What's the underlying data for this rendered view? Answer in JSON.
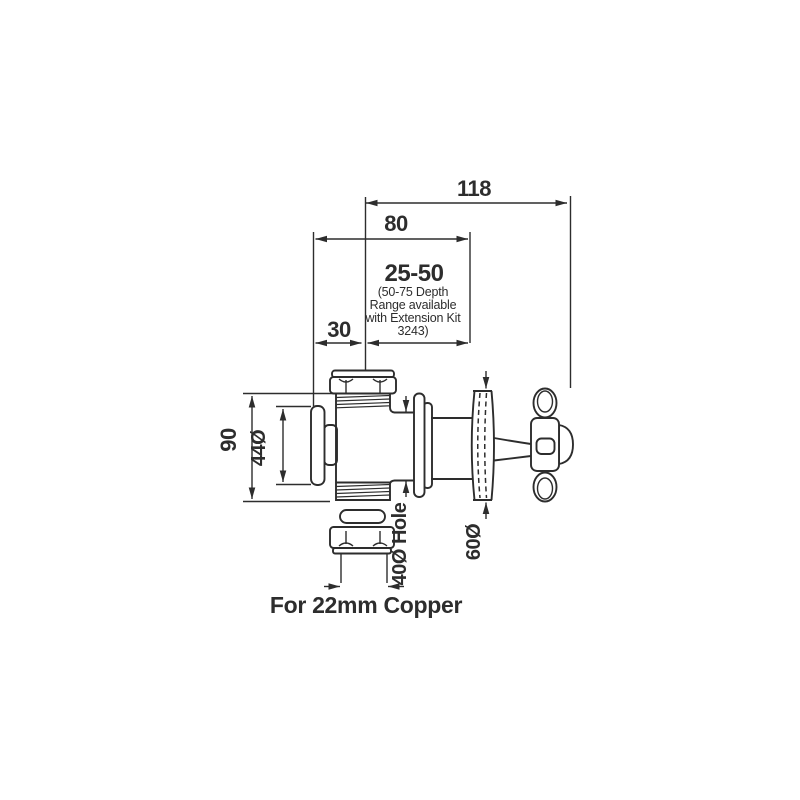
{
  "page": {
    "background_color": "#ffffff",
    "line_color": "#2d2d2d"
  },
  "drawing": {
    "caption": "For 22mm Copper",
    "dimensions": {
      "overall_depth": "118",
      "wall_to_front": "80",
      "concealed_depth_range": "25-50",
      "depth_note_line1": "(50-75 Depth",
      "depth_note_line2": "Range available",
      "depth_note_line3": "with Extension Kit",
      "depth_note_line4": "3243)",
      "inlet_offset": "30",
      "body_height": "90",
      "cap_diameter": "44Ø",
      "hole_diameter": "40Ø Hole",
      "plate_diameter": "60Ø"
    }
  }
}
